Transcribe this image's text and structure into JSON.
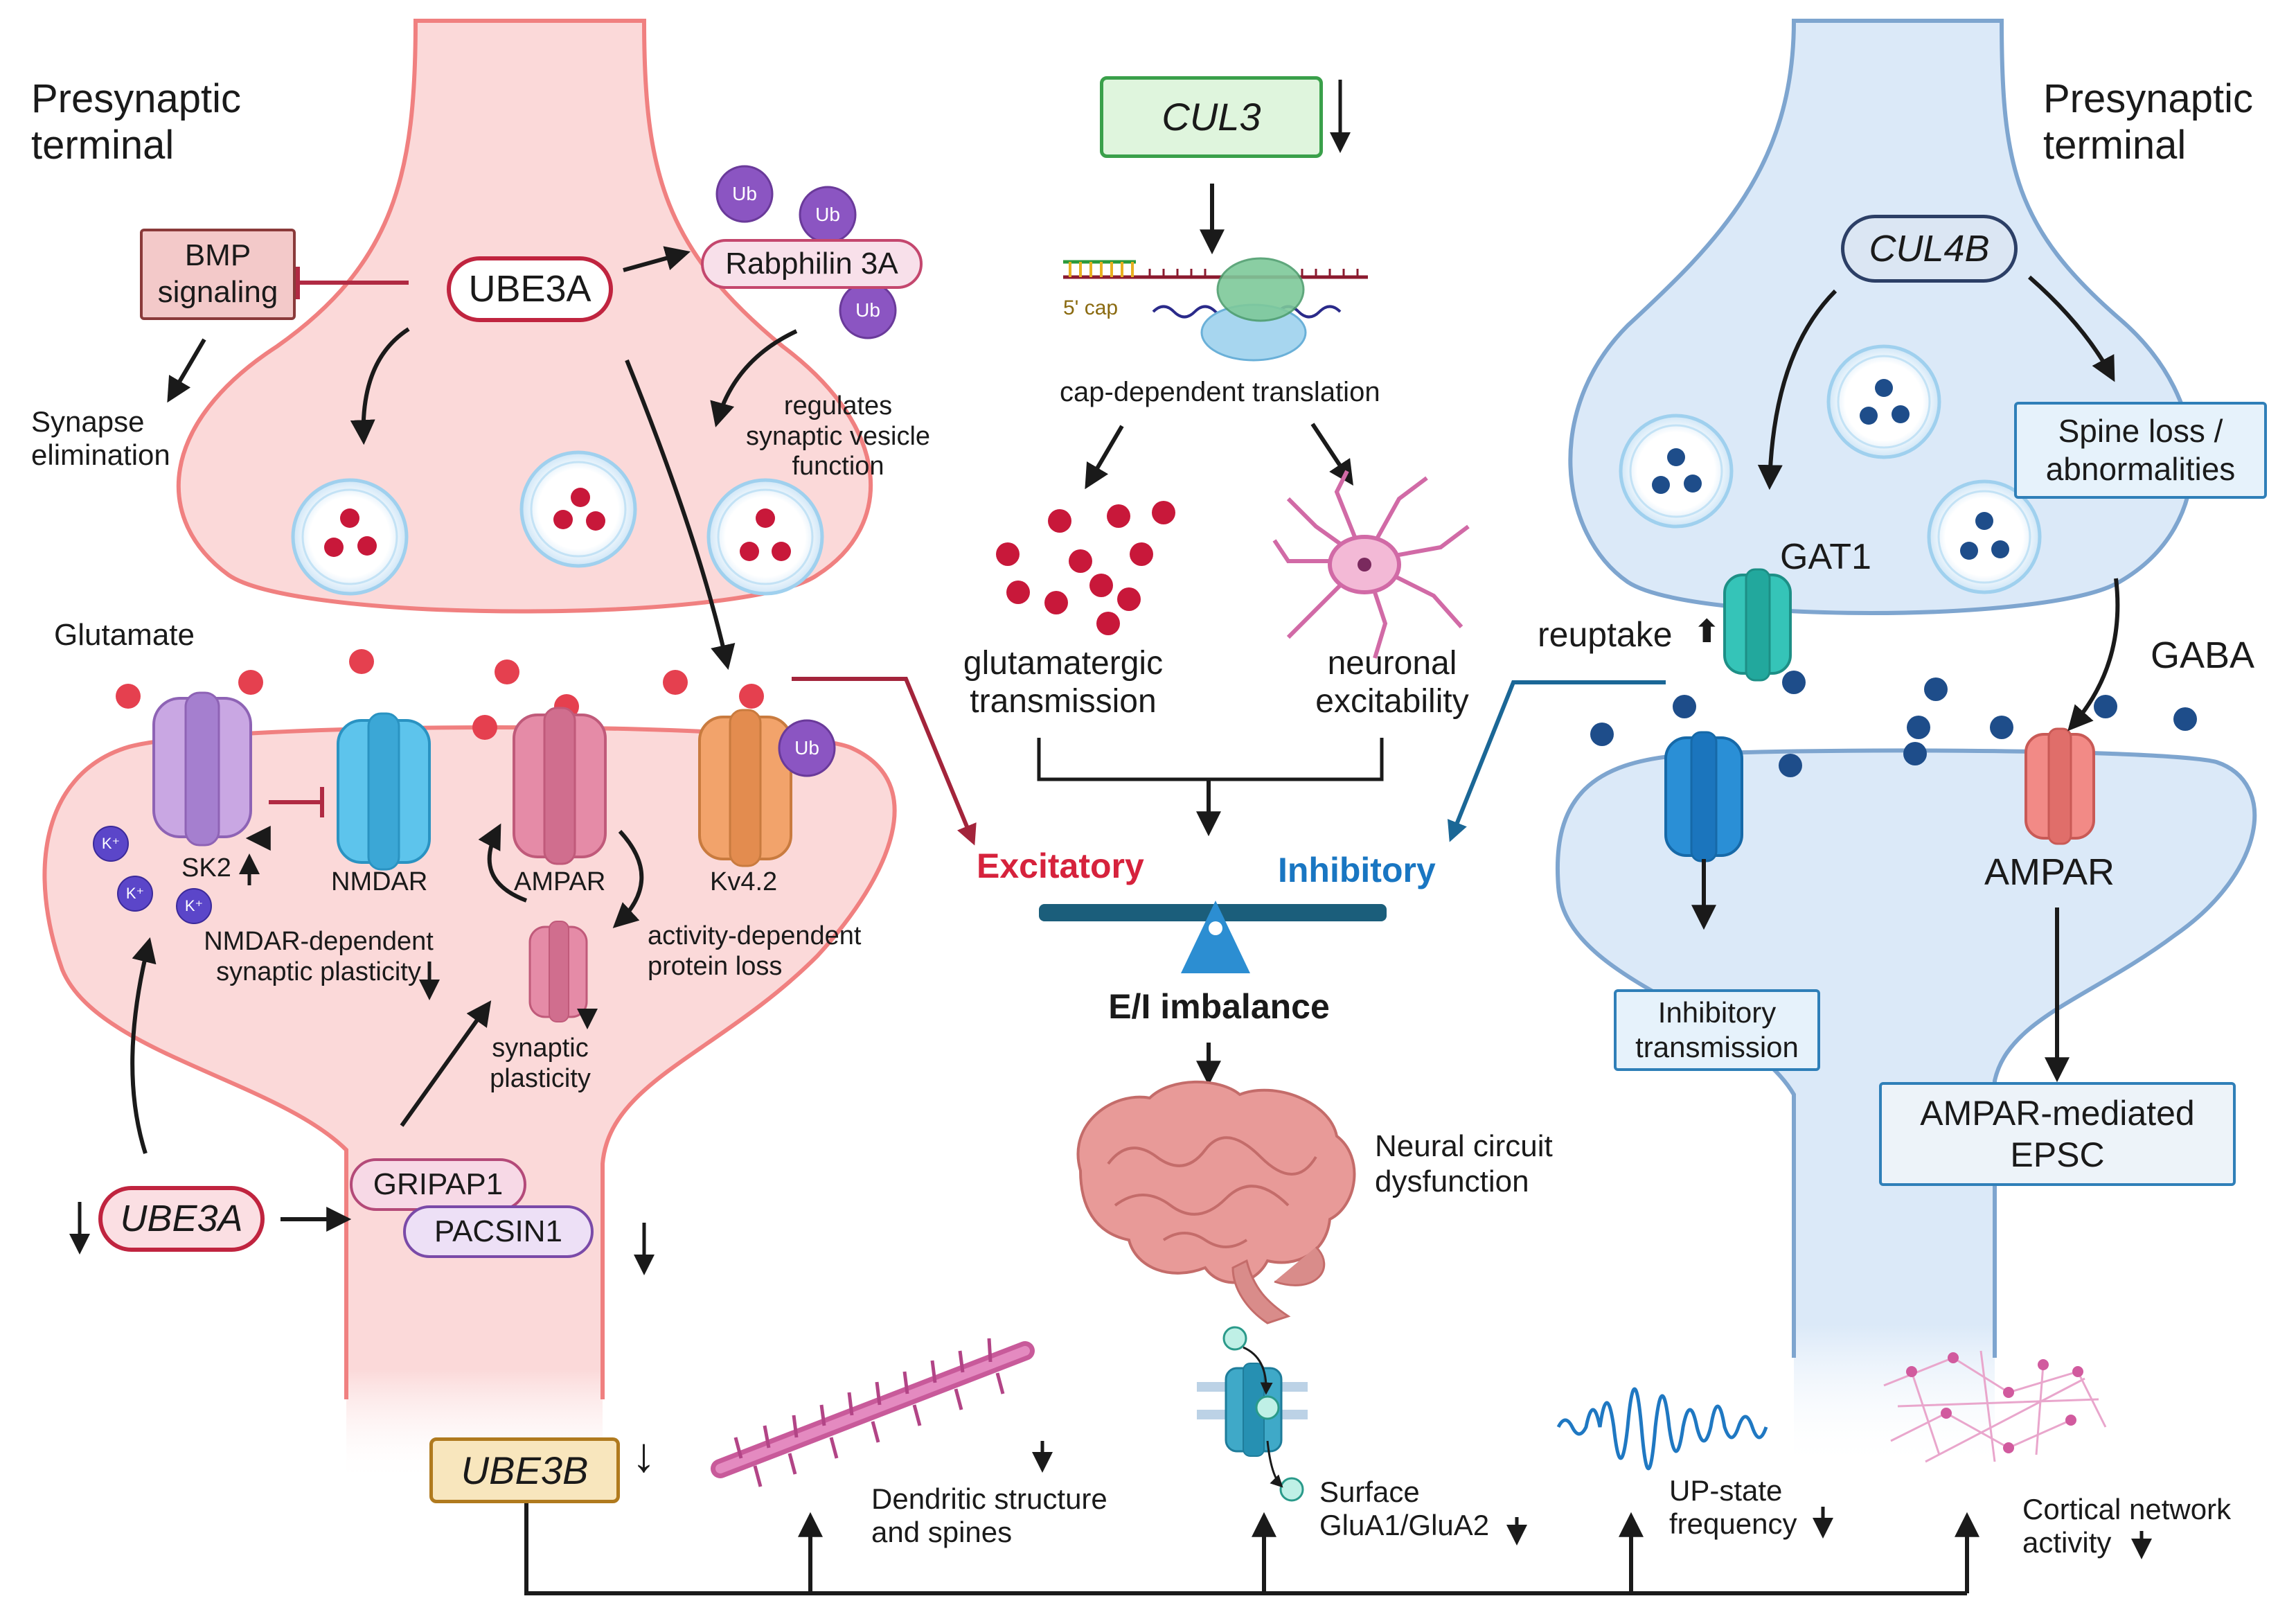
{
  "left": {
    "terminal_label": "Presynaptic\nterminal",
    "bmp_box": "BMP\nsignaling",
    "synapse_elimination": "Synapse\nelimination",
    "ube3a_top": "UBE3A",
    "rabphilin": "Rabphilin 3A",
    "ub": "Ub",
    "vesicle_text": "regulates\nsynaptic vesicle\nfunction",
    "glutamate": "Glutamate",
    "sk2": "SK2",
    "nmdar": "NMDAR",
    "ampar": "AMPAR",
    "kv42": "Kv4.2",
    "kplus": "K⁺",
    "nmdar_plasticity": "NMDAR-dependent\nsynaptic plasticity",
    "activity_loss": "activity-dependent\nprotein loss",
    "synaptic_plasticity": "synaptic\nplasticity",
    "ube3a_bottom": "UBE3A",
    "gripap1": "GRIPAP1",
    "pacsin1": "PACSIN1"
  },
  "center": {
    "cul3": "CUL3",
    "cap5": "5' cap",
    "cap_translation": "cap-dependent translation",
    "glut_transmission": "glutamatergic\ntransmission",
    "neuronal_excitability": "neuronal\nexcitability",
    "excitatory": "Excitatory",
    "inhibitory": "Inhibitory",
    "ei_imbalance": "E/I imbalance",
    "neural_circuit": "Neural circuit\ndysfunction"
  },
  "right": {
    "terminal_label": "Presynaptic\nterminal",
    "cul4b": "CUL4B",
    "spine_loss": "Spine loss /\nabnormalities",
    "gat1": "GAT1",
    "reuptake": "reuptake",
    "gaba": "GABA",
    "ampar": "AMPAR",
    "inhibitory_transmission": "Inhibitory\ntransmission",
    "ampar_epsc": "AMPAR-mediated\nEPSC"
  },
  "bottom": {
    "ube3b": "UBE3B",
    "dendritic": "Dendritic structure\nand spines",
    "surface": "Surface\nGluA1/GluA2",
    "upstate": "UP-state\nfrequency",
    "cortical": "Cortical network\nactivity"
  },
  "colors": {
    "red_cell": "#fbd9d9",
    "red_outline": "#f08080",
    "blue_cell": "#dbe9f8",
    "blue_outline": "#7ea5cf",
    "excitatory": "#d6223c",
    "inhibitory": "#1976c2",
    "glutamate_dot": "#e5404f",
    "gaba_dot": "#1e4d8a"
  }
}
